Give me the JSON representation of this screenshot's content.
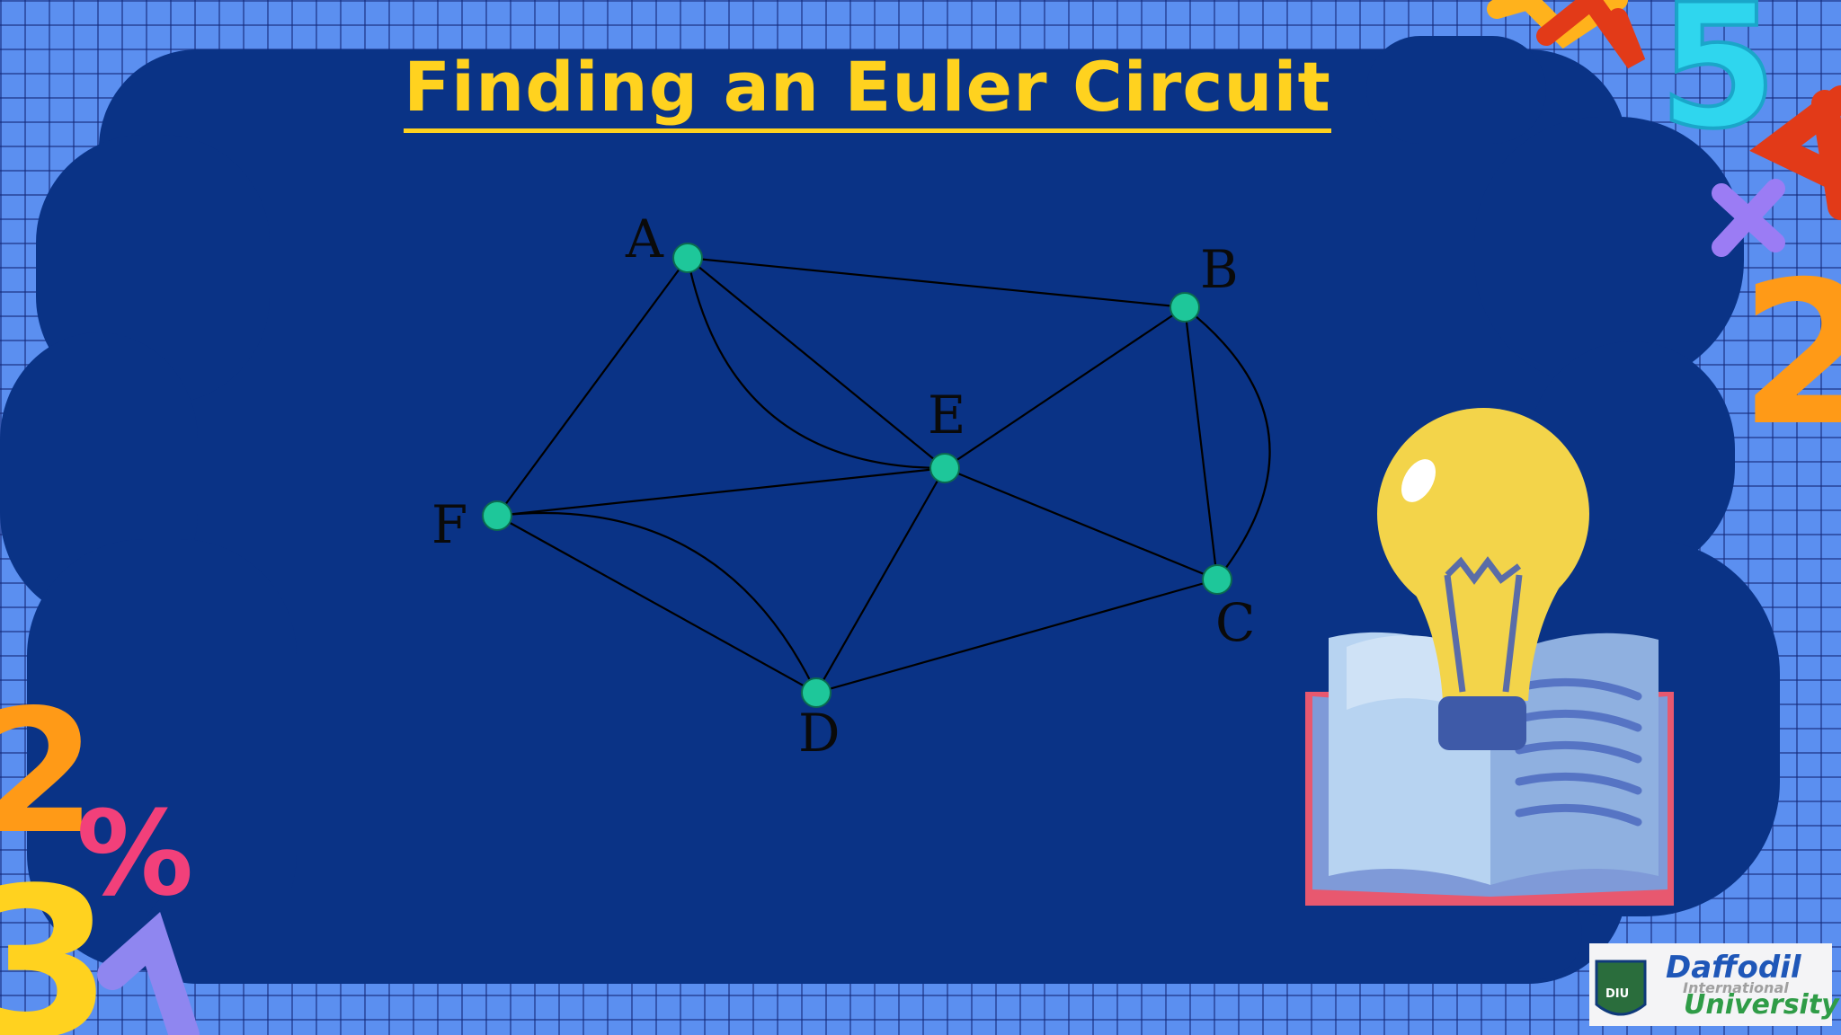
{
  "slide": {
    "title": "Finding an Euler Circuit"
  },
  "graph": {
    "nodes": [
      {
        "id": "A",
        "label": "A"
      },
      {
        "id": "B",
        "label": "B"
      },
      {
        "id": "C",
        "label": "C"
      },
      {
        "id": "D",
        "label": "D"
      },
      {
        "id": "E",
        "label": "E"
      },
      {
        "id": "F",
        "label": "F"
      }
    ],
    "edges": [
      [
        "A",
        "B"
      ],
      [
        "A",
        "E"
      ],
      [
        "A",
        "E"
      ],
      [
        "A",
        "F"
      ],
      [
        "B",
        "E"
      ],
      [
        "B",
        "C"
      ],
      [
        "B",
        "C"
      ],
      [
        "C",
        "E"
      ],
      [
        "C",
        "D"
      ],
      [
        "D",
        "E"
      ],
      [
        "D",
        "F"
      ],
      [
        "D",
        "F"
      ],
      [
        "E",
        "F"
      ]
    ]
  },
  "logo": {
    "line1": "Daffodil",
    "line2": "International",
    "line3": "University",
    "badge": "DIU"
  },
  "decorations": [
    "number-5",
    "number-7",
    "number-4",
    "times-sign",
    "number-2",
    "number-2",
    "percent-sign",
    "number-3",
    "number-1",
    "lightbulb-book-icon"
  ],
  "colors": {
    "background": "#5b8ff0",
    "panel": "#0a3386",
    "title": "#ffd21f",
    "node": "#1ec79a",
    "edge": "#000000"
  }
}
